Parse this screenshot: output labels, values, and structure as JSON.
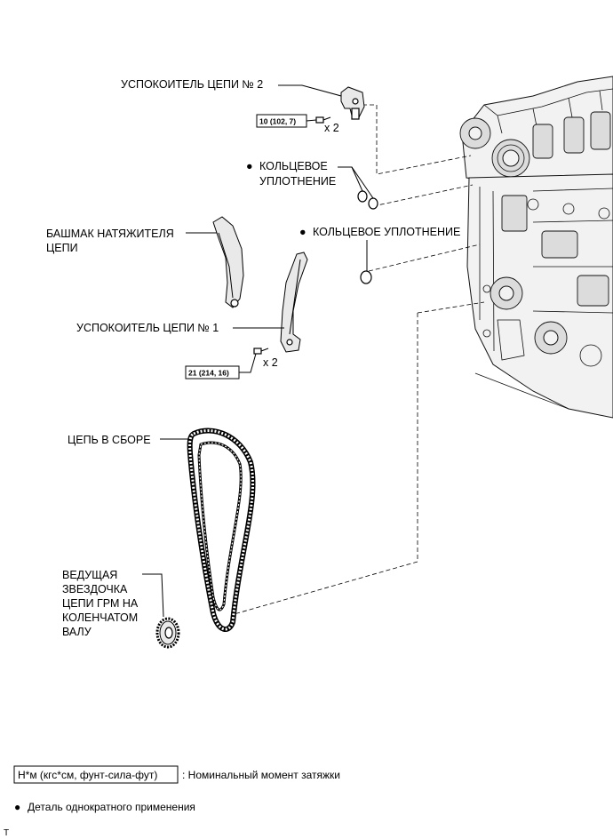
{
  "labels": {
    "tensioner_no2": "УСПОКОИТЕЛЬ ЦЕПИ № 2",
    "o_ring_1_line1": "КОЛЬЦЕВОЕ",
    "o_ring_1_line2": "УПЛОТНЕНИЕ",
    "o_ring_2": "КОЛЬЦЕВОЕ УПЛОТНЕНИЕ",
    "chain_shoe_line1": "БАШМАК НАТЯЖИТЕЛЯ",
    "chain_shoe_line2": "ЦЕПИ",
    "tensioner_no1": "УСПОКОИТЕЛЬ ЦЕПИ № 1",
    "chain_assembly": "ЦЕПЬ В СБОРЕ",
    "sprocket_lines": [
      "ВЕДУЩАЯ",
      "ЗВЕЗДОЧКА",
      "ЦЕПИ ГРМ НА",
      "КОЛЕНЧАТОМ",
      "ВАЛУ"
    ]
  },
  "torques": {
    "bolt_no2": "10 (102, 7)",
    "bolt_no1": "21 (214, 16)"
  },
  "quantities": {
    "bolt_no2": "x 2",
    "bolt_no1": "x 2"
  },
  "symbols": {
    "non_reusable": "●"
  },
  "legend": {
    "torque_unit": "Н*м (кгс*см, фунт-сила-фут)",
    "torque_desc": ": Номинальный момент затяжки",
    "non_reusable_desc": "Деталь однократного применения"
  },
  "corner_mark": "T"
}
